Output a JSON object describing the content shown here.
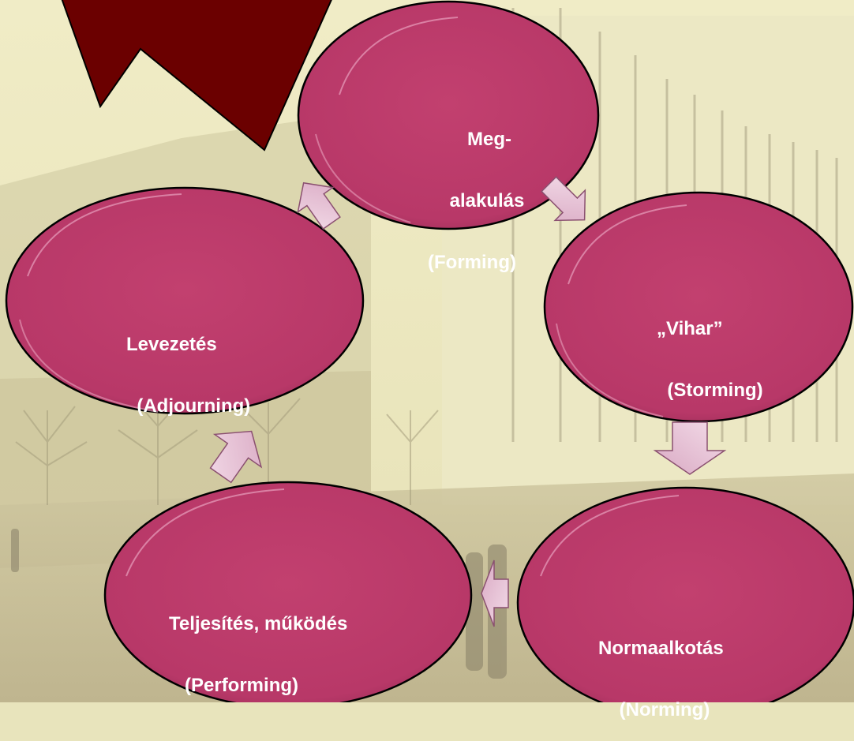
{
  "colors": {
    "stage_fill": "#bc3b69",
    "stage_outline": "#000000",
    "arrow_fill": "#e9c6da",
    "arrow_outline": "#8a5070",
    "corner_arrow_fill": "#6b0000",
    "background": "#e8e4bc"
  },
  "stages": [
    {
      "id": "forming",
      "lines": [
        "Meg-",
        "alakulás",
        "(Forming)"
      ]
    },
    {
      "id": "storming",
      "lines": [
        "„Vihar”",
        "  (Storming)"
      ]
    },
    {
      "id": "norming",
      "lines": [
        "Normaalkotás",
        "    (Norming)"
      ]
    },
    {
      "id": "performing",
      "lines": [
        "Teljesítés, működés",
        "   (Performing)"
      ]
    },
    {
      "id": "adjourning",
      "lines": [
        "Levezetés",
        "  (Adjourning)"
      ]
    }
  ],
  "connector_icons": [
    "arrow-right-down-icon",
    "arrow-down-icon",
    "arrow-left-icon",
    "arrow-up-right-icon",
    "arrow-up-left-icon"
  ],
  "decorative_icons": [
    "large-arrow-up-left-icon"
  ]
}
